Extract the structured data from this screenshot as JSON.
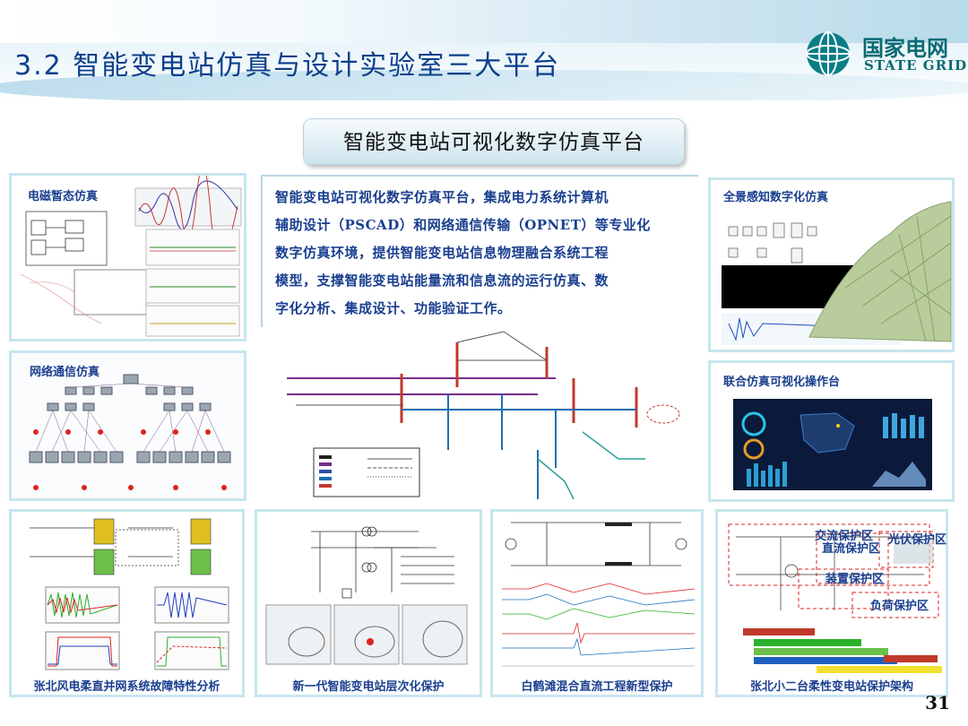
{
  "header": {
    "title": "3.2 智能变电站仿真与设计实验室三大平台",
    "logo_cn": "国家电网",
    "logo_en": "STATE GRID"
  },
  "platform_title": "智能变电站可视化数字仿真平台",
  "description_lines": [
    "智能变电站可视化数字仿真平台，集成电力系统计算机",
    "辅助设计（PSCAD）和网络通信传输（OPNET）等专业化",
    "数字仿真环境，提供智能变电站信息物理融合系统工程",
    "模型，支撑智能变电站能量流和信息流的运行仿真、数",
    "字化分析、集成设计、功能验证工作。"
  ],
  "panels": {
    "electromagnetic": "电磁暂态仿真",
    "network": "网络通信仿真",
    "panorama": "全景感知数字化仿真",
    "joint": "联合仿真可视化操作台"
  },
  "captions": [
    "张北风电柔直并网系统故障特性分析",
    "新一代智能变电站层次化保护",
    "白鹤滩混合直流工程新型保护",
    "张北小二台柔性变电站保护架构"
  ],
  "zone_labels": {
    "ac": "交流保护区",
    "dc": "直流保护区",
    "pv": "光伏保护区",
    "device": "装置保护区",
    "load": "负荷保护区"
  },
  "page_number": "31",
  "colors": {
    "title_blue": "#0b3f8c",
    "label_blue": "#1a3f8f",
    "panel_border": "#c5e6ef",
    "logo_teal": "#0a6a73"
  }
}
